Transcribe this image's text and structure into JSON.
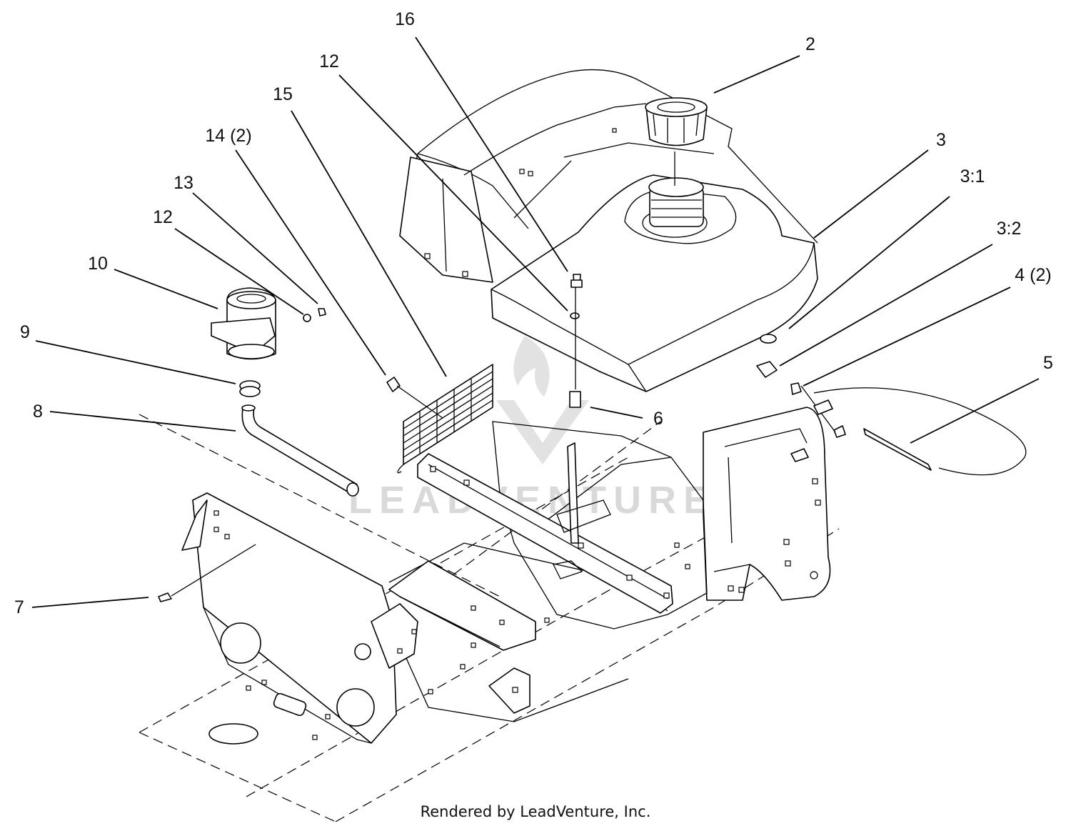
{
  "callouts": {
    "c2": "2",
    "c3": "3",
    "c3_1": "3:1",
    "c3_2": "3:2",
    "c4": "4 (2)",
    "c5": "5",
    "c6": "6",
    "c7": "7",
    "c8": "8",
    "c9": "9",
    "c10": "10",
    "c12a": "12",
    "c12b": "12",
    "c13": "13",
    "c14": "14 (2)",
    "c15": "15",
    "c16": "16"
  },
  "watermark": {
    "text": "LEADVENTURE",
    "color": "#d9d9d9"
  },
  "footer": {
    "text": "Rendered by LeadVenture, Inc."
  }
}
